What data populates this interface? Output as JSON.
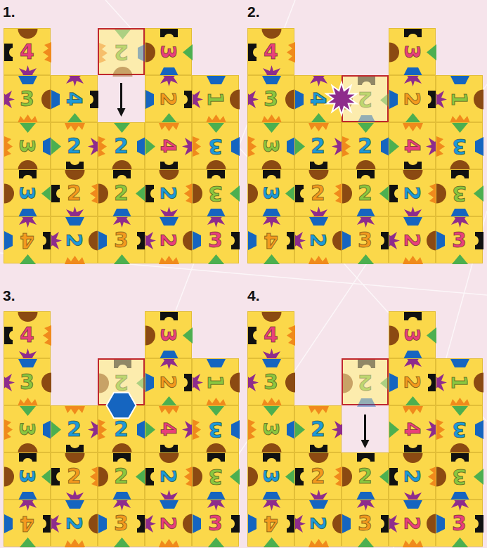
{
  "diagram": {
    "nodes": [
      {
        "text": [
          "4"
        ]
      },
      {
        "text": [
          "2"
        ]
      },
      {
        "text": [
          "3"
        ]
      },
      {
        "text": [
          "3"
        ]
      },
      {
        "text": [
          "4"
        ]
      },
      {
        "text": [
          "2"
        ]
      },
      {
        "text": [
          "1"
        ]
      },
      {
        "text": [
          "3"
        ]
      },
      {
        "text": [
          "2"
        ]
      },
      {
        "text": [
          "2"
        ]
      },
      {
        "text": [
          "4"
        ]
      },
      {
        "text": [
          "3"
        ]
      },
      {
        "text": [
          "3"
        ]
      },
      {
        "text": [
          "2"
        ]
      },
      {
        "text": [
          "2"
        ]
      },
      {
        "text": [
          "2"
        ]
      },
      {
        "text": [
          "3"
        ]
      },
      {
        "text": [
          "4"
        ]
      },
      {
        "text": [
          "2"
        ]
      },
      {
        "text": [
          "3"
        ]
      },
      {
        "text": [
          "2"
        ]
      },
      {
        "text": [
          "3"
        ]
      },
      {
        "text": [
          "4"
        ]
      },
      {
        "text": [
          "3"
        ]
      },
      {
        "text": [
          "3"
        ]
      },
      {
        "text": [
          "4"
        ]
      },
      {
        "text": [
          "2"
        ]
      },
      {
        "text": [
          "2"
        ]
      },
      {
        "text": [
          "1"
        ]
      },
      {
        "text": [
          "3"
        ]
      },
      {
        "text": [
          "2"
        ]
      },
      {
        "text": [
          "2"
        ]
      },
      {
        "text": [
          "4"
        ]
      },
      {
        "text": [
          "3"
        ]
      },
      {
        "text": [
          "3"
        ]
      },
      {
        "text": [
          "2"
        ]
      },
      {
        "text": [
          "2"
        ]
      },
      {
        "text": [
          "2"
        ]
      },
      {
        "text": [
          "3"
        ]
      },
      {
        "text": [
          "4"
        ]
      },
      {
        "text": [
          "2"
        ]
      },
      {
        "text": [
          "3"
        ]
      },
      {
        "text": [
          "2"
        ]
      },
      {
        "text": [
          "3"
        ]
      },
      {
        "text": [
          "4"
        ]
      },
      {
        "text": [
          "3"
        ]
      },
      {
        "text": [
          "3"
        ]
      },
      {
        "text": [
          "2"
        ]
      },
      {
        "text": [
          "2"
        ]
      },
      {
        "text": [
          "1"
        ]
      },
      {
        "text": [
          "3"
        ]
      },
      {
        "text": [
          "2"
        ]
      },
      {
        "text": [
          "2"
        ]
      },
      {
        "text": [
          "4"
        ]
      },
      {
        "text": [
          "3"
        ]
      },
      {
        "text": [
          "3"
        ]
      },
      {
        "text": [
          "2"
        ]
      },
      {
        "text": [
          "2"
        ]
      },
      {
        "text": [
          "2"
        ]
      },
      {
        "text": [
          "3"
        ]
      },
      {
        "text": [
          "4"
        ]
      },
      {
        "text": [
          "2"
        ]
      },
      {
        "text": [
          "3"
        ]
      },
      {
        "text": [
          "2"
        ]
      },
      {
        "text": [
          "3"
        ]
      },
      {
        "text": [
          "4"
        ]
      },
      {
        "text": [
          "3"
        ]
      },
      {
        "text": [
          "3"
        ]
      },
      {
        "text": [
          "2"
        ]
      },
      {
        "text": [
          "2"
        ]
      },
      {
        "text": [
          "1"
        ]
      },
      {
        "text": [
          "3"
        ]
      },
      {
        "text": [
          "2"
        ]
      },
      {
        "text": [
          "4"
        ]
      },
      {
        "text": [
          "3"
        ]
      },
      {
        "text": [
          "3"
        ]
      },
      {
        "text": [
          "2"
        ]
      },
      {
        "text": [
          "2"
        ]
      },
      {
        "text": [
          "2"
        ]
      },
      {
        "text": [
          "3"
        ]
      },
      {
        "text": [
          "4"
        ]
      },
      {
        "text": [
          "2"
        ]
      },
      {
        "text": [
          "3"
        ]
      },
      {
        "text": [
          "2"
        ]
      },
      {
        "text": [
          "3"
        ]
      }
    ],
    "labels": [
      "1.",
      "2.",
      "3.",
      "4."
    ]
  }
}
